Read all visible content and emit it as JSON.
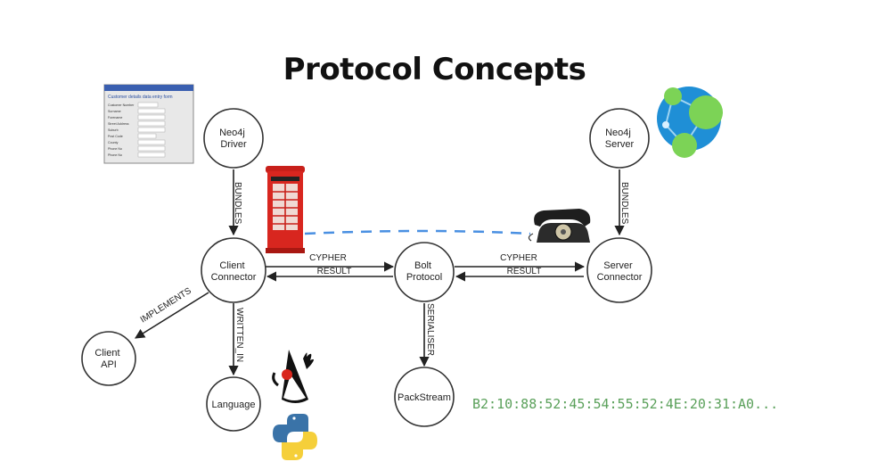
{
  "title": "Protocol Concepts",
  "nodes": {
    "driver": [
      "Neo4j",
      "Driver"
    ],
    "server": [
      "Neo4j",
      "Server"
    ],
    "client_connector": [
      "Client",
      "Connector"
    ],
    "bolt": [
      "Bolt",
      "Protocol"
    ],
    "server_connector": [
      "Server",
      "Connector"
    ],
    "client_api": [
      "Client",
      "API"
    ],
    "language": [
      "Language"
    ],
    "packstream": [
      "PackStream"
    ]
  },
  "edges": {
    "bundles_left": "BUNDLES",
    "bundles_right": "BUNDLES",
    "cypher_left": "CYPHER",
    "result_left": "RESULT",
    "cypher_right": "CYPHER",
    "result_right": "RESULT",
    "implements": "IMPLEMENTS",
    "written_in": "WRITTEN_IN",
    "serialiser": "SERIALISER"
  },
  "form_thumbnail": {
    "title": "Customer details data entry form",
    "fields": [
      "Customer Number",
      "Surname",
      "Forename",
      "Street Address",
      "Suburb",
      "Post Code",
      "County",
      "Phone No",
      "Phone No"
    ]
  },
  "hex_stream": "B2:10:88:52:45:54:55:52:4E:20:31:A0...",
  "colors": {
    "node_stroke": "#333333",
    "dashed_line": "#4a90e2",
    "hex_text": "#5aa05a",
    "neo4j_blue": "#1f8fd6",
    "neo4j_green": "#7cd356"
  }
}
